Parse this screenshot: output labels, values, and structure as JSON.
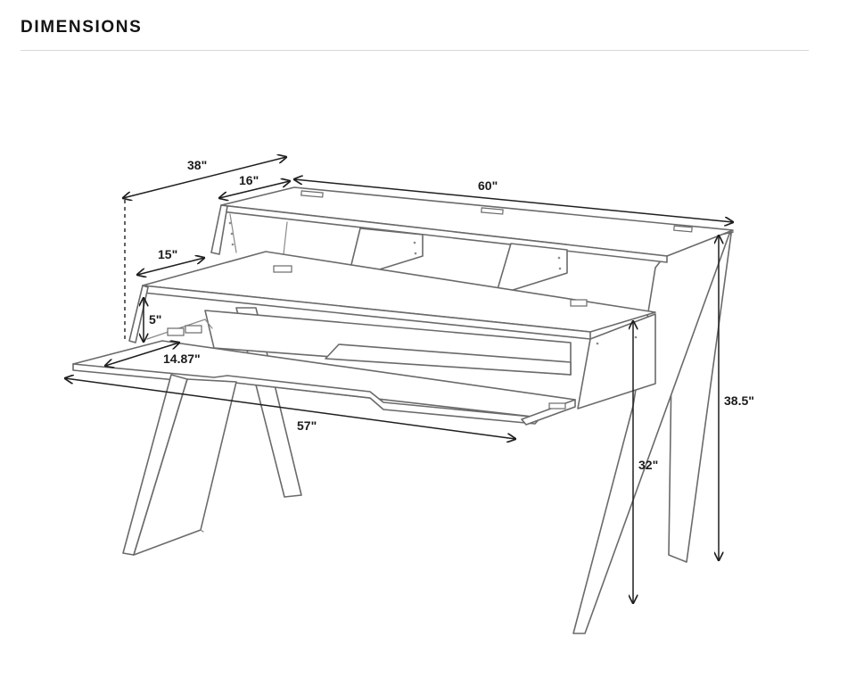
{
  "section": {
    "title": "DIMENSIONS"
  },
  "diagram": {
    "dimensions": {
      "shelf_depth": "38\"",
      "top_shelf_depth": "16\"",
      "overall_width": "60\"",
      "desk_depth": "15\"",
      "keyboard_drop": "5\"",
      "keyboard_depth": "14.87\"",
      "keyboard_width": "57\"",
      "desk_height": "32\"",
      "overall_height": "38.5\""
    },
    "colors": {
      "outline": "#6a6a6a",
      "dimension_line": "#1f1f1f",
      "label": "#1b1b1b",
      "rule": "#d8d8d8"
    }
  }
}
